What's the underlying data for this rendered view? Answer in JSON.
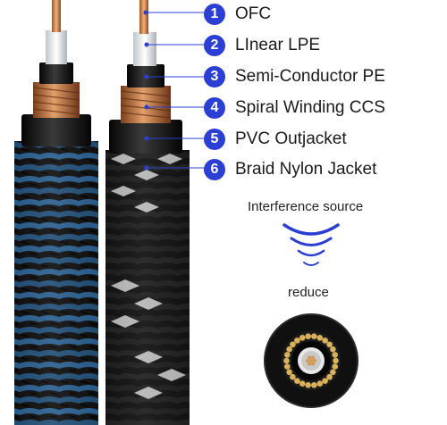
{
  "layers": [
    {
      "number": "1",
      "name": "OFC"
    },
    {
      "number": "2",
      "name": "LInear LPE"
    },
    {
      "number": "3",
      "name": "Semi-Conductor PE"
    },
    {
      "number": "4",
      "name": "Spiral Winding CCS"
    },
    {
      "number": "5",
      "name": "PVC Outjacket"
    },
    {
      "number": "6",
      "name": "Braid Nylon Jacket"
    }
  ],
  "interference": {
    "source_label": "Interference source",
    "result_label": "reduce"
  },
  "colors": {
    "badge": "#2c3fd4",
    "wave": "#2a3ed0",
    "copper": "#c27a48",
    "braid_blue": "#3b86c9",
    "braid_white": "#f2f2f2",
    "jacket": "#151515"
  }
}
